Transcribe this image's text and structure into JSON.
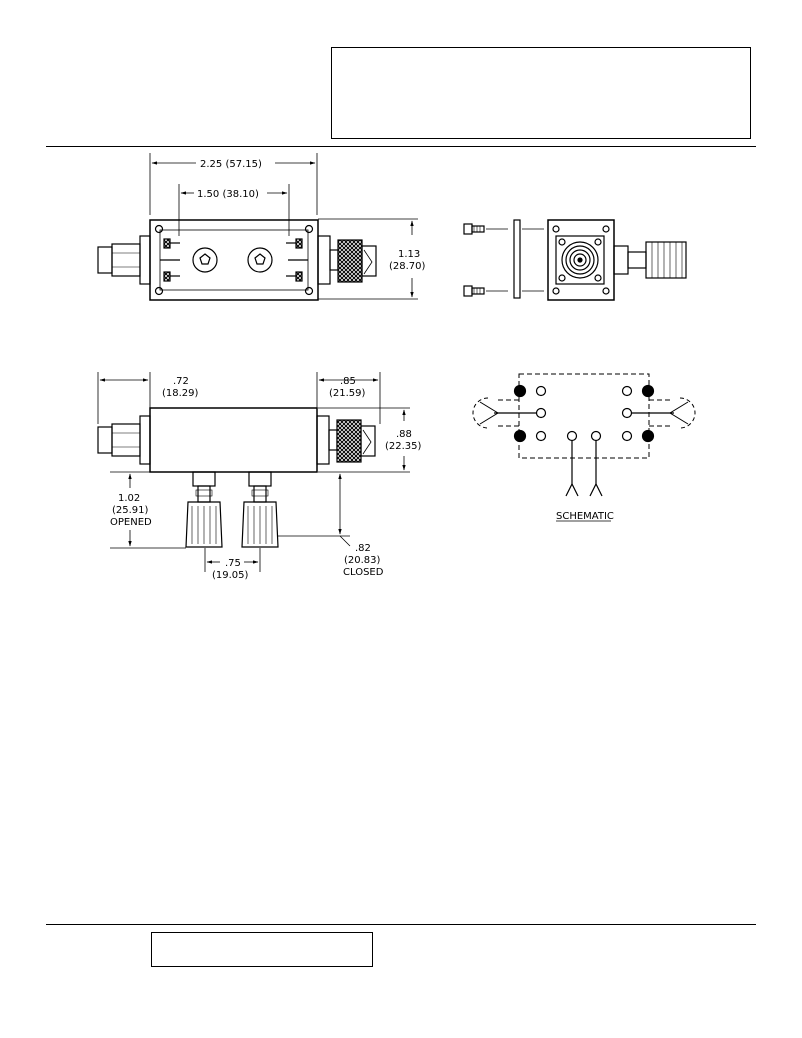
{
  "dimensions": {
    "overall_length": "2.25  (57.15)",
    "mount_spacing": "1.50  (38.10)",
    "height_in": "1.13",
    "height_mm": "(28.70)",
    "left_overhang_in": ".72",
    "left_overhang_mm": "(18.29)",
    "right_overhang_in": ".85",
    "right_overhang_mm": "(21.59)",
    "depth_in": ".88",
    "depth_mm": "(22.35)",
    "opened_in": "1.02",
    "opened_mm": "(25.91)",
    "opened_label": "OPENED",
    "post_spacing_in": ".75",
    "post_spacing_mm": "(19.05)",
    "closed_in": ".82",
    "closed_mm": "(20.83)",
    "closed_label": "CLOSED"
  },
  "schematic": {
    "title": "SCHEMATIC"
  }
}
